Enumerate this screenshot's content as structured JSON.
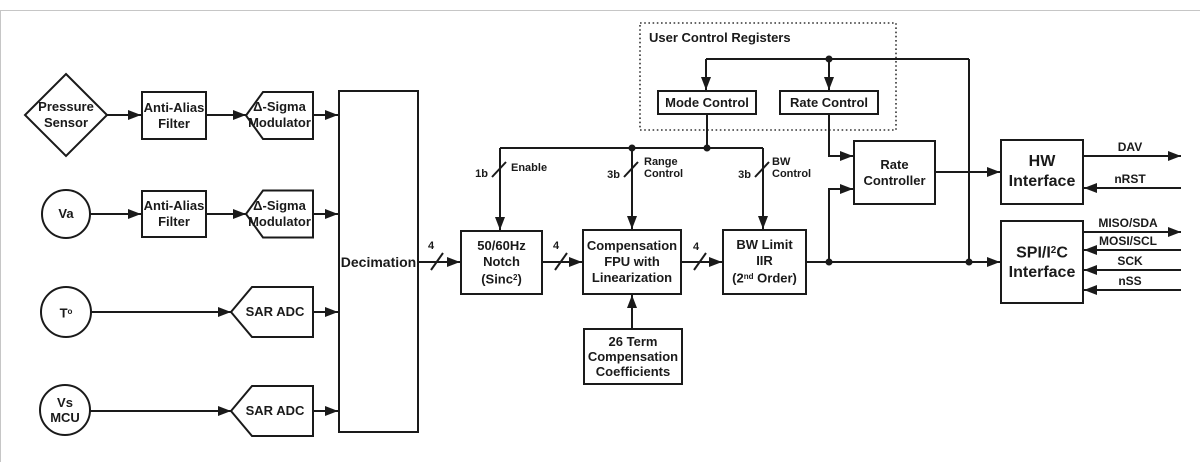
{
  "diagram": {
    "inputs": {
      "pressure_sensor": {
        "line1": "Pressure",
        "line2": "Sensor"
      },
      "va": {
        "label": "Va"
      },
      "temp": {
        "base": "T",
        "sup": "o"
      },
      "vs_mcu": {
        "line1": "Vs",
        "line2": "MCU"
      }
    },
    "analog_front_end": {
      "anti_alias_1": {
        "line1": "Anti-Alias",
        "line2": "Filter"
      },
      "delta_sigma_1": {
        "line1": "Δ-Sigma",
        "line2": "Modulator"
      },
      "anti_alias_2": {
        "line1": "Anti-Alias",
        "line2": "Filter"
      },
      "delta_sigma_2": {
        "line1": "Δ-Sigma",
        "line2": "Modulator"
      },
      "sar_adc_1": {
        "label": "SAR ADC"
      },
      "sar_adc_2": {
        "label": "SAR ADC"
      },
      "decimation": {
        "label": "Decimation"
      }
    },
    "dsp_chain": {
      "notch": {
        "line1": "50/60Hz",
        "line2": "Notch",
        "line3_pre": "(Sinc",
        "line3_sup": "2",
        "line3_post": ")"
      },
      "comp_fpu": {
        "line1": "Compensation",
        "line2": "FPU with",
        "line3": "Linearization"
      },
      "bw_limit": {
        "line1": "BW Limit",
        "line2": "IIR",
        "line3_pre": "(2",
        "line3_sup": "nd",
        "line3_post": " Order)"
      },
      "coefficients": {
        "line1": "26 Term",
        "line2": "Compensation",
        "line3": "Coefficients"
      }
    },
    "bus_labels": {
      "width_dec_notch": "4",
      "width_notch_fpu": "4",
      "width_fpu_iir": "4",
      "enable_bits": "1b",
      "enable_label": "Enable",
      "range_bits": "3b",
      "range_label_line1": "Range",
      "range_label_line2": "Control",
      "bw_bits": "3b",
      "bw_label_line1": "BW",
      "bw_label_line2": "Control"
    },
    "user_control_registers": {
      "title": "User Control Registers",
      "mode_control": "Mode Control",
      "rate_control": "Rate Control"
    },
    "rate_controller": {
      "line1": "Rate",
      "line2": "Controller"
    },
    "interfaces": {
      "hw": {
        "line1": "HW",
        "line2": "Interface"
      },
      "spi": {
        "line1_pre": "SPI/I",
        "line1_sup": "2",
        "line1_post": "C",
        "line2": "Interface"
      },
      "signals": {
        "dav": "DAV",
        "nrst": "nRST",
        "miso_sda": "MISO/SDA",
        "mosi_scl": "MOSI/SCL",
        "sck": "SCK",
        "nss": "nSS"
      }
    },
    "colors": {
      "line": "#1a1a1a",
      "background": "#ffffff"
    }
  }
}
